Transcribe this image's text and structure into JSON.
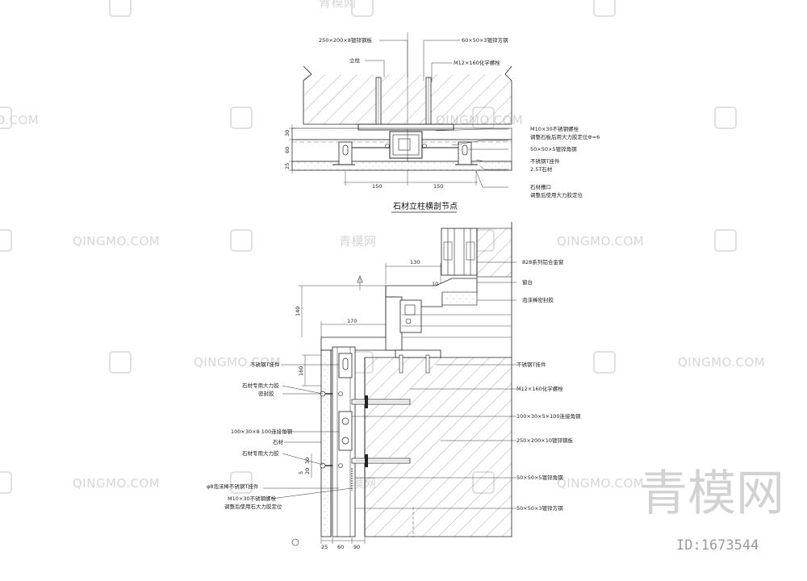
{
  "section1": {
    "title": "石材立柱横剖节点",
    "labels": {
      "steel_plate": "250×200×8镀锌钢板",
      "square_tube": "60×50×3镀锌方钢",
      "column": "立柱",
      "chem_bolt": "M12×160化学螺栓",
      "ss_bolt": "M10×30不锈钢螺栓",
      "ss_bolt_note": "调整石板后用大力胶定位Φ=6",
      "angle": "50×50×5镀锌角钢",
      "pendant": "不锈钢T挂件",
      "stone": "2.5T石材",
      "stone_slot": "石材槽口",
      "slot_note": "调整后使用大力胶定位"
    },
    "dims": {
      "d30": "30",
      "d60": "60",
      "d25": "25",
      "d150a": "150",
      "d150b": "150"
    }
  },
  "section2": {
    "labels_right": {
      "alu_window": "828系列铝合金窗",
      "sill": "窗台",
      "foam": "泡沫棒密封胶",
      "pendant": "不锈钢T挂件",
      "chem_bolt": "M12×160化学螺栓",
      "connector_angle": "100×30×5×100连接角钢",
      "steel_plate": "250×200×10镀锌钢板",
      "angle": "50×50×5镀锌角钢",
      "square_tube": "50×50×3镀锌方钢"
    },
    "labels_left": {
      "pendant": "不锈钢T挂件",
      "stone_glue": "石材专用大力胶",
      "sealant": "密封胶",
      "connector_angle": "100×30×8 100连接角钢",
      "stone": "石材",
      "stone_glue2": "石材专用大力胶",
      "pendant2": "φ8泡沫棒不锈钢T挂件",
      "ss_bolt": "M10×30不锈钢螺栓",
      "ss_bolt_note": "调整后使用石大力胶定位"
    },
    "dims": {
      "d130": "130",
      "d10": "10",
      "d140": "140",
      "d170": "170",
      "d160": "160",
      "d30": "30",
      "d20": "20",
      "d5": "5",
      "d25": "25",
      "d60": "60",
      "d90": "90"
    }
  },
  "watermark": {
    "text": "QINGMO.COM",
    "cn_small": "青模网",
    "cn_big": "青模网",
    "id": "ID:1673544"
  }
}
